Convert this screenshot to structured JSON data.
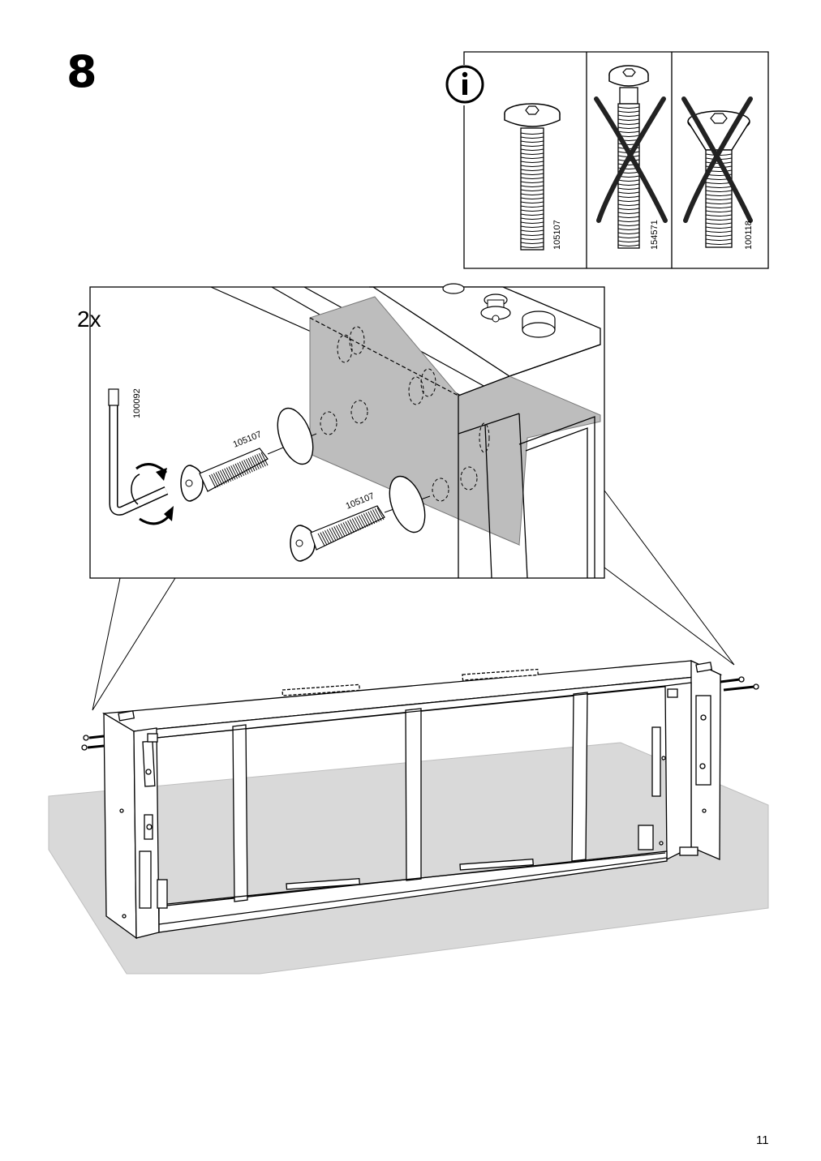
{
  "step": {
    "number": "8",
    "quantity": "2x"
  },
  "info_panel": {
    "icon": "info-icon",
    "screws": [
      {
        "part": "105107",
        "status": "correct"
      },
      {
        "part": "154571",
        "status": "incorrect"
      },
      {
        "part": "100118",
        "status": "incorrect"
      }
    ]
  },
  "detail": {
    "allen_key": "100092",
    "screw_upper": "105107",
    "screw_lower": "105107"
  },
  "page": {
    "number": "11"
  },
  "colors": {
    "floor": "#d9d9d9",
    "highlight": "#bdbdbd",
    "line": "#000000"
  }
}
